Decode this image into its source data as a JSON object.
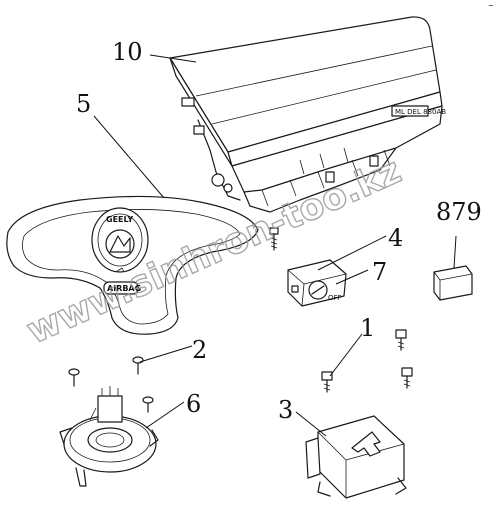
{
  "callouts": {
    "c10": "10",
    "c5": "5",
    "c4": "4",
    "c879": "879",
    "c7": "7",
    "c2": "2",
    "c1": "1",
    "c6": "6",
    "c3": "3"
  },
  "labels": {
    "wheel_logo": "GEELY",
    "airbag_badge": "AIRBAG",
    "module_stamp": "ML DEL 880AB",
    "switch_mark": "OFF"
  },
  "watermark": "www.sinhron-too.kz",
  "corner_mark": "~"
}
